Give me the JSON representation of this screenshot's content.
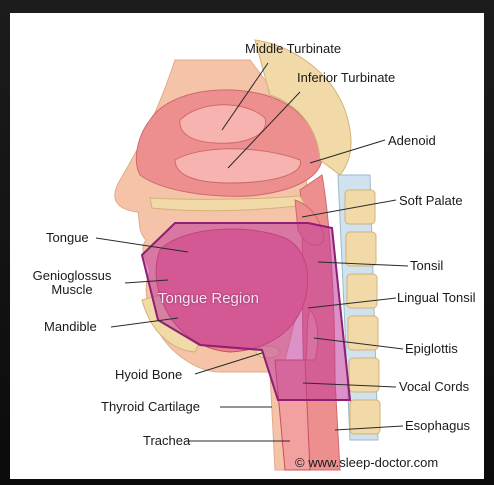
{
  "labels": {
    "middle_turbinate": "Middle Turbinate",
    "inferior_turbinate": "Inferior Turbinate",
    "adenoid": "Adenoid",
    "soft_palate": "Soft Palate",
    "tongue": "Tongue",
    "tonsil": "Tonsil",
    "genioglossus_line1": "Genioglossus",
    "genioglossus_line2": "Muscle",
    "lingual_tonsil": "Lingual Tonsil",
    "mandible": "Mandible",
    "epiglottis": "Epiglottis",
    "hyoid_bone": "Hyoid Bone",
    "vocal_cords": "Vocal Cords",
    "thyroid_cartilage": "Thyroid Cartilage",
    "esophagus": "Esophagus",
    "trachea": "Trachea"
  },
  "overlay": {
    "region_label": "Tongue Region",
    "region_color": "#c0399b"
  },
  "copyright": "© www.sleep-doctor.com",
  "colors": {
    "background": "#111111",
    "panel": "#ffffff",
    "tissue": "#f0a0a0",
    "tissue_dark": "#d45a66",
    "bone": "#f2d9a8",
    "skin": "#f5c4a8"
  }
}
